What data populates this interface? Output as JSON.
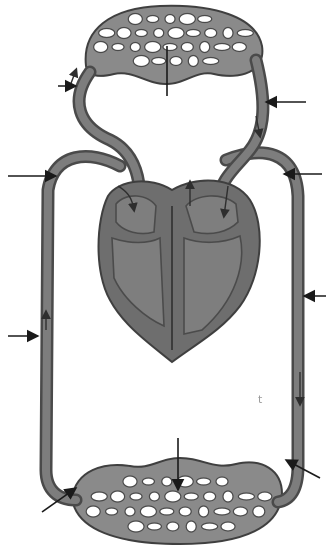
{
  "diagram": {
    "type": "blood-circulation-diagram",
    "stray_mark": "t",
    "colors": {
      "vessel": "#4a4a4a",
      "vessel_fill": "#7d7d7d",
      "heart": "#6e6e6e",
      "pointer": "#1a1a1a",
      "background": "#ffffff"
    },
    "pointer_count": 9,
    "labels": []
  }
}
